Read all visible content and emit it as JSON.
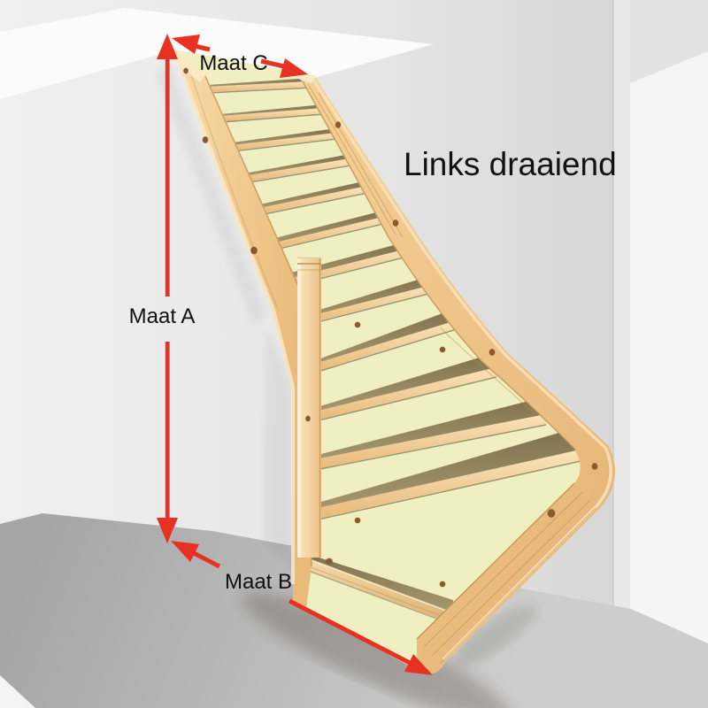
{
  "title": "Links draaiend",
  "measurements": {
    "maat_a": "Maat A",
    "maat_b": "Maat B",
    "maat_c": "Maat C"
  },
  "colors": {
    "arrow_red": "#e73122",
    "label_text": "#111111",
    "wall": "#e9e9e9",
    "ceiling_white": "#fbfbfb",
    "floor": "#b9b9b9",
    "wood_light": "#f7dfae",
    "wood_mid": "#eec287",
    "wood_shadow": "#c2945a",
    "tread_cream": "#f0efc2",
    "tread_top_shadow": "#94865e"
  }
}
